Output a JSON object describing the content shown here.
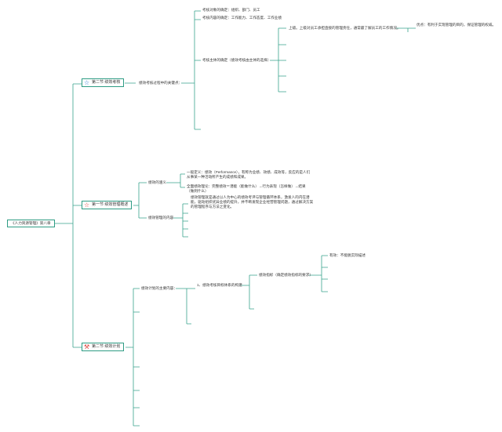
{
  "root": {
    "label": "《人力资源管理》第八章"
  },
  "sections": [
    {
      "label": "第二节 绩效考核",
      "icon": "star-icon",
      "icon_char": "☆",
      "icon_color": "#2e7bd6"
    },
    {
      "label": "第一节 绩效管理概述",
      "icon": "star-icon",
      "icon_char": "☆",
      "icon_color": "#e0413a"
    },
    {
      "label": "第二节 绩效计划",
      "icon": "tools-icon",
      "icon_char": "⚒",
      "icon_color": "#e0413a"
    }
  ],
  "kaohe": {
    "key_points": "绩效考核过程中的关键点：",
    "items": [
      "考核对象的确定：组织、部门、员工",
      "考核内容的确定：工作能力、工作态度、工作业绩",
      "考核主体的确定（绩效考核由主体的选择）"
    ],
    "superior": "上级。上级对员工承担直接的管理责任，通常最了解员工的工作情况。",
    "merit": "优点：有利于实现管理的目的，保证管理的权威。"
  },
  "gaishu": {
    "meaning": "绩效的涵义",
    "def1": "一般定义：绩效（Performance），有称为业绩、效绩、成效等，反应的是人们从事某一种活动所产生的成绩和成果。",
    "def2": "全面绩效理论：完整绩效＝潜能（能做什么）→行为表现（怎样做）→结果（做到什么）",
    "content": "绩效管理的内容",
    "content_text": "绩效管理就是通过以人为中心的绩效考评与管理循环体系，激发人的内在潜能，驱动组织优异业绩的提升，并不断发现企业经营管理问题，通过解决方案的管理程序与方法之变化。"
  },
  "jihua": {
    "main_content": "绩效计划的主要内容：",
    "step1": "1、绩效考核目标体系的构建",
    "indicator": "绩效指标（确定绩效指标的要求）",
    "req1": "有效：不能脱实际描述"
  }
}
